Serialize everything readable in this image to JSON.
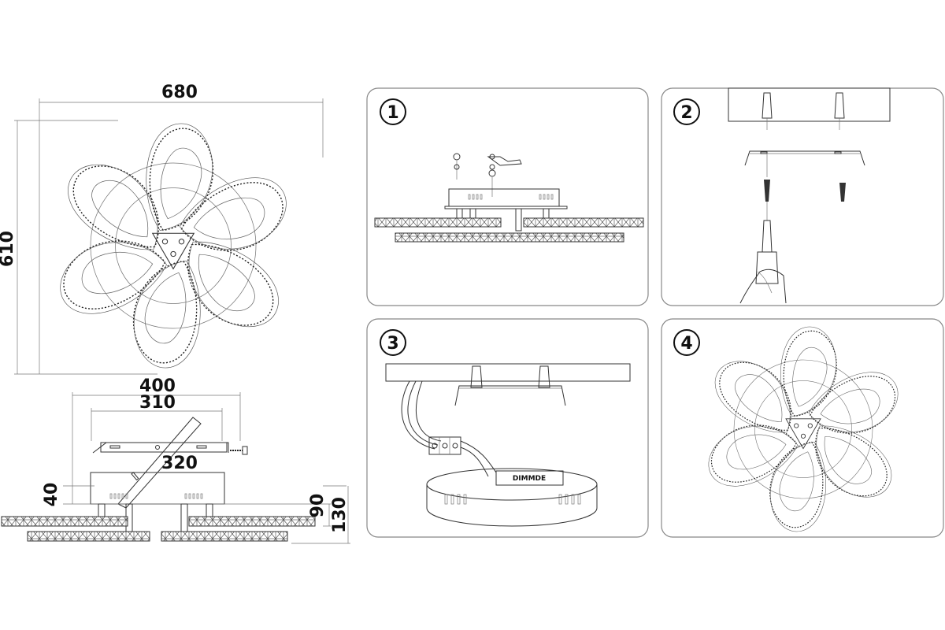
{
  "dimensions": {
    "width_overall": "680",
    "height_overall": "610",
    "bracket_length": "400",
    "bracket_hole_spacing": "310",
    "base_length": "320",
    "base_height": "40",
    "arm_height": "90",
    "total_height": "130"
  },
  "steps": [
    {
      "number": "1"
    },
    {
      "number": "2"
    },
    {
      "number": "3",
      "module_label": "DIMMDE"
    },
    {
      "number": "4"
    }
  ],
  "colors": {
    "line": "#333333",
    "panel_border": "#888888",
    "background": "#ffffff"
  }
}
